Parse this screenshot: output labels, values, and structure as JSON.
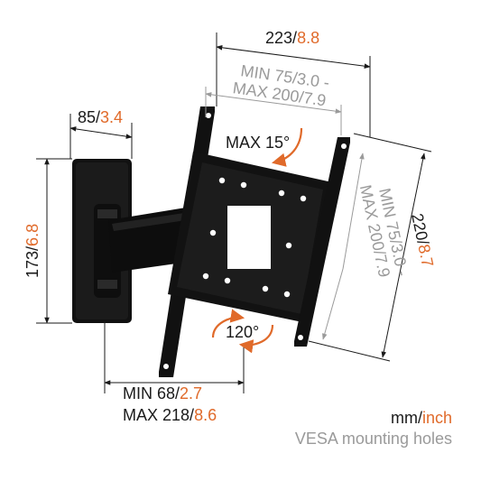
{
  "colors": {
    "accent": "#e06a2a",
    "dark": "#1a1a1a",
    "gray": "#9a9a9a",
    "mount": "#111111"
  },
  "dimensions": {
    "top_width": {
      "main": "223",
      "sep": "/",
      "inch": "8.8"
    },
    "vesa_h_min": {
      "main": "MIN 75",
      "sep": "/",
      "inch": "3.0 -"
    },
    "vesa_h_max": {
      "main": "MAX 200",
      "sep": "/",
      "inch": "7.9"
    },
    "wall_width": {
      "main": "85",
      "sep": "/",
      "inch": "3.4"
    },
    "wall_height": {
      "main": "173",
      "sep": "/",
      "inch": "6.8"
    },
    "tilt": "MAX 15°",
    "swivel": "120°",
    "plate_height": {
      "main": "220",
      "sep": "/",
      "inch": "8.7"
    },
    "vesa_v_min": {
      "main": "MIN 75",
      "sep": "/",
      "inch": "3.0 -"
    },
    "vesa_v_max": {
      "main": "MAX 200",
      "sep": "/",
      "inch": "7.9"
    },
    "depth_min": {
      "main": "MIN 68",
      "sep": "/",
      "inch": "2.7"
    },
    "depth_max": {
      "main": "MAX 218",
      "sep": "/",
      "inch": "8.6"
    }
  },
  "legend": {
    "mm": "mm",
    "sep": "/",
    "inch": "inch",
    "vesa": "VESA mounting holes"
  },
  "icons": [
    "tilt-arrow-icon",
    "swivel-arrow-icon"
  ]
}
